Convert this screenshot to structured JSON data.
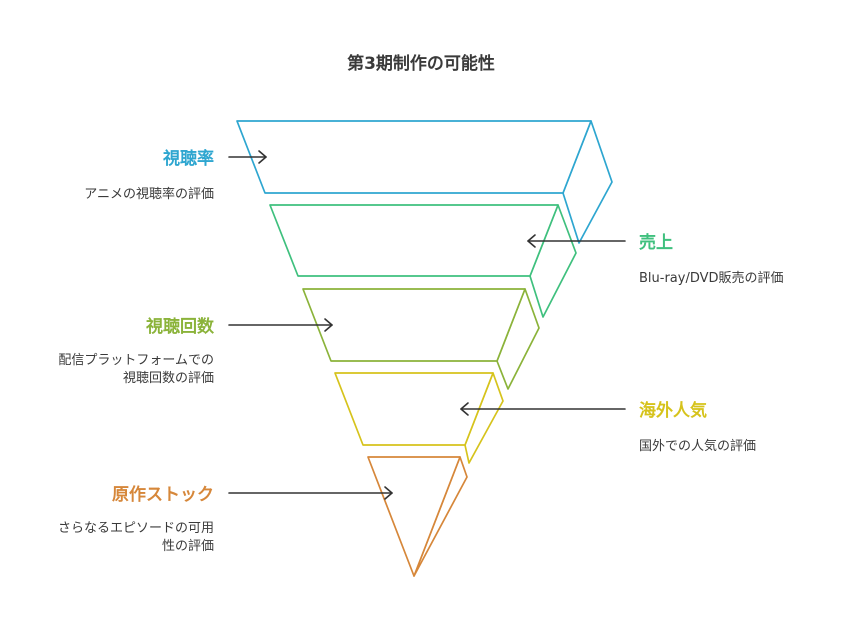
{
  "title": "第3期制作の可能性",
  "layers": [
    {
      "key": "viewer_rating",
      "heading": "視聴率",
      "description": [
        "アニメの視聴率の評価"
      ],
      "color": "#2ea6d0",
      "label_side": "left"
    },
    {
      "key": "sales",
      "heading": "売上",
      "description": [
        "Blu-ray/DVD販売の評価"
      ],
      "color": "#3fc07e",
      "label_side": "right"
    },
    {
      "key": "stream_views",
      "heading": "視聴回数",
      "description": [
        "配信プラットフォームでの",
        "視聴回数の評価"
      ],
      "color": "#8bb33a",
      "label_side": "left"
    },
    {
      "key": "overseas",
      "heading": "海外人気",
      "description": [
        "国外での人気の評価"
      ],
      "color": "#d6c31c",
      "label_side": "right"
    },
    {
      "key": "source_stock",
      "heading": "原作ストック",
      "description": [
        "さらなるエピソードの可用",
        "性の評価"
      ],
      "color": "#d6873a",
      "label_side": "left"
    }
  ]
}
